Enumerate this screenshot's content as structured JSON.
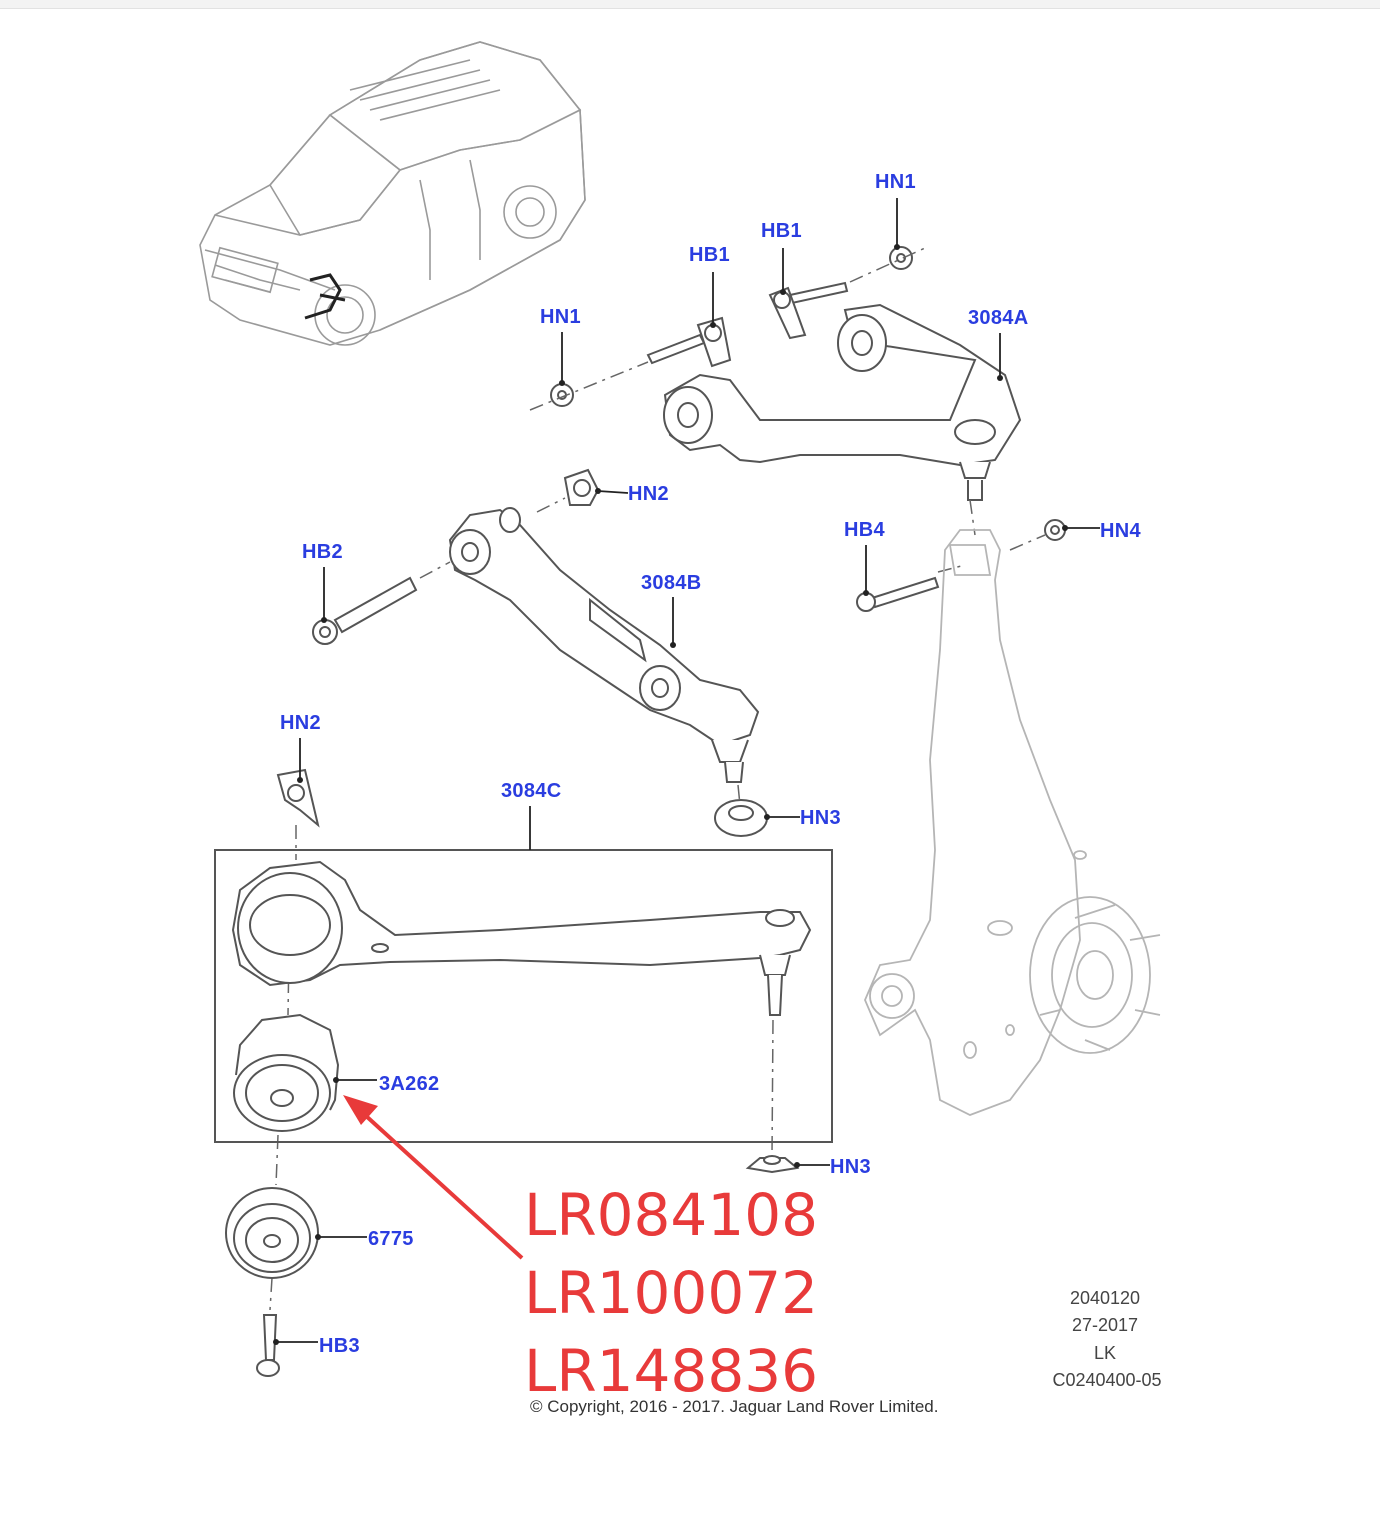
{
  "callouts": {
    "hn1_left": "HN1",
    "hb1_left": "HB1",
    "hb1_right": "HB1",
    "hn1_right": "HN1",
    "p3084a": "3084A",
    "hn2_top": "HN2",
    "hb2": "HB2",
    "p3084b": "3084B",
    "hb4": "HB4",
    "hn4": "HN4",
    "hn2_left": "HN2",
    "p3084c": "3084C",
    "hn3_top": "HN3",
    "p3a262": "3A262",
    "hn3_bottom": "HN3",
    "p6775": "6775",
    "hb3": "HB3"
  },
  "part_numbers": [
    "LR084108",
    "LR100072",
    "LR148836"
  ],
  "drawing_info": {
    "line1": "2040120",
    "line2": "27-2017",
    "line3": "LK",
    "line4": "C0240400-05"
  },
  "copyright": "© Copyright, 2016 - 2017. Jaguar Land Rover Limited.",
  "colors": {
    "callout_blue": "#2a3de0",
    "part_number_red": "#e83a3a",
    "line_art": "#555555",
    "arrow_red": "#e83a3a"
  }
}
